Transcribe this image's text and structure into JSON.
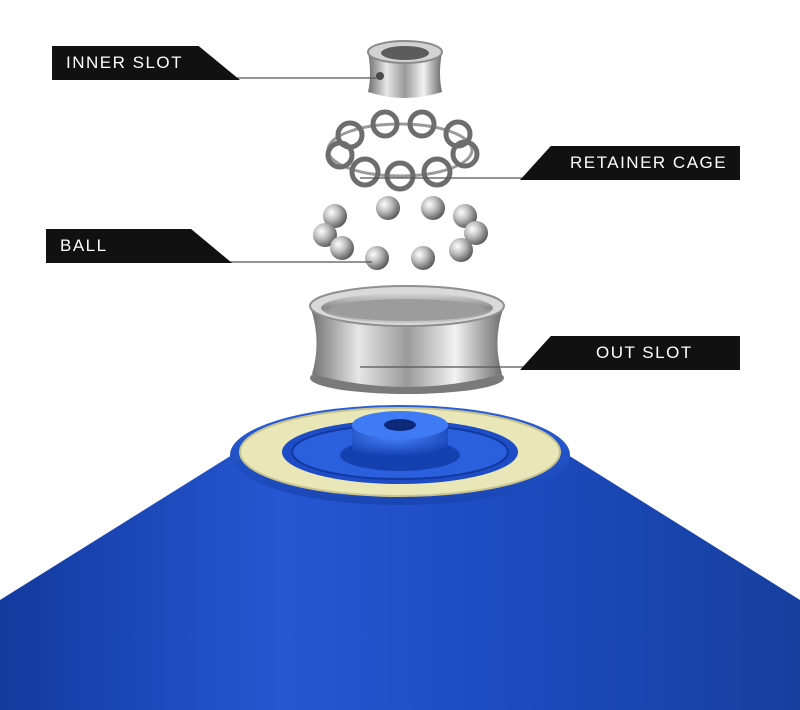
{
  "labels": {
    "inner_slot": "INNER SLOT",
    "retainer_cage": "RETAINER CAGE",
    "ball": "BALL",
    "out_slot": "OUT SLOT"
  },
  "colors": {
    "yoyo_blue": "#1f4fc4",
    "yoyo_blue_dark": "#0f2f8a",
    "bearing_seat": "#e9e6b8",
    "steel_light": "#eeeeee",
    "steel_dark": "#7a7a7a",
    "label_bg": "#111111",
    "label_text": "#ffffff",
    "leader_line": "#555555"
  }
}
